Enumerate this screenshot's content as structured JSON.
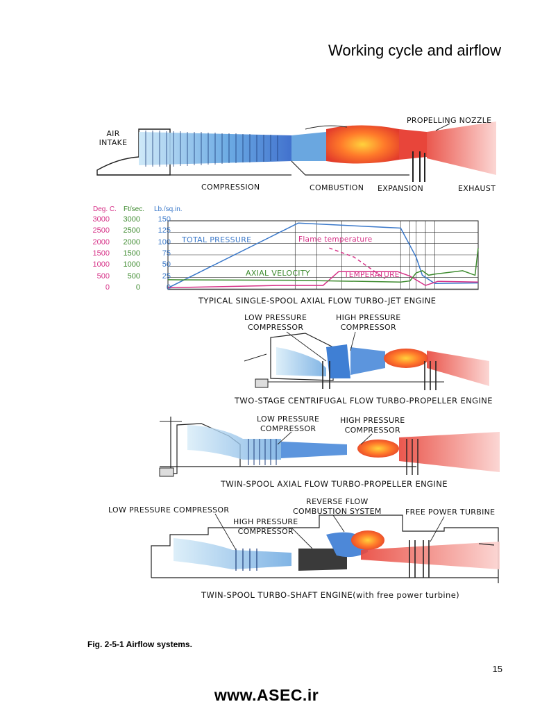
{
  "header": {
    "title": "Working cycle and airflow"
  },
  "engine1": {
    "labels": {
      "air_intake": "AIR\nINTAKE",
      "propelling_nozzle": "PROPELLING NOZZLE",
      "compression": "COMPRESSION",
      "combustion": "COMBUSTION",
      "expansion": "EXPANSION",
      "exhaust": "EXHAUST"
    }
  },
  "chart_data": {
    "type": "line",
    "title": "TYPICAL SINGLE-SPOOL AXIAL FLOW TURBO-JET ENGINE",
    "axes": [
      {
        "header": "Deg. C.",
        "color": "#d62f86",
        "ticks": [
          "3000",
          "2500",
          "2000",
          "1500",
          "1000",
          "500",
          "0"
        ]
      },
      {
        "header": "Ft/sec.",
        "color": "#3d8a2e",
        "ticks": [
          "3000",
          "2500",
          "2000",
          "1500",
          "1000",
          "500",
          "0"
        ]
      },
      {
        "header": "Lb./sq.in.",
        "color": "#3a78c9",
        "ticks": [
          "150",
          "125",
          "100",
          "75",
          "50",
          "25",
          "0"
        ]
      }
    ],
    "series": [
      {
        "name": "TOTAL PRESSURE",
        "color": "#3a78c9",
        "unit": "Lb./sq.in.",
        "points": [
          [
            0,
            2
          ],
          [
            0.42,
            145
          ],
          [
            0.75,
            134
          ],
          [
            0.8,
            70
          ],
          [
            0.82,
            30
          ],
          [
            0.86,
            12
          ],
          [
            1,
            13
          ]
        ]
      },
      {
        "name": "Flame temperature",
        "color": "#d62f86",
        "unit": "Deg. C.",
        "dashed": true,
        "points": [
          [
            0.52,
            1800
          ],
          [
            0.6,
            1400
          ],
          [
            0.7,
            450
          ]
        ]
      },
      {
        "name": "TEMPERATURE",
        "color": "#d62f86",
        "unit": "Deg. C.",
        "points": [
          [
            0,
            50
          ],
          [
            0.35,
            150
          ],
          [
            0.5,
            150
          ],
          [
            0.55,
            760
          ],
          [
            0.74,
            760
          ],
          [
            0.78,
            560
          ],
          [
            0.83,
            150
          ],
          [
            0.87,
            330
          ],
          [
            1,
            300
          ]
        ]
      },
      {
        "name": "AXIAL VELOCITY",
        "color": "#3d8a2e",
        "unit": "Ft/sec.",
        "points": [
          [
            0,
            400
          ],
          [
            0.4,
            380
          ],
          [
            0.75,
            300
          ],
          [
            0.78,
            350
          ],
          [
            0.8,
            700
          ],
          [
            0.82,
            800
          ],
          [
            0.84,
            600
          ],
          [
            0.86,
            650
          ],
          [
            0.95,
            800
          ],
          [
            0.99,
            600
          ],
          [
            1,
            1800
          ]
        ]
      }
    ],
    "grid": true
  },
  "engine2": {
    "labels": {
      "lp_compressor": "LOW PRESSURE\nCOMPRESSOR",
      "hp_compressor": "HIGH PRESSURE\nCOMPRESSOR"
    },
    "caption": "TWO-STAGE CENTRIFUGAL FLOW TURBO-PROPELLER ENGINE"
  },
  "engine3": {
    "labels": {
      "lp_compressor": "LOW PRESSURE\nCOMPRESSOR",
      "hp_compressor": "HIGH PRESSURE\nCOMPRESSOR"
    },
    "caption": "TWIN-SPOOL AXIAL FLOW TURBO-PROPELLER ENGINE"
  },
  "engine4": {
    "labels": {
      "lp_compressor": "LOW PRESSURE COMPRESSOR",
      "reverse_flow": "REVERSE FLOW\nCOMBUSTION SYSTEM",
      "free_power_turbine": "FREE POWER TURBINE",
      "hp_compressor": "HIGH PRESSURE\nCOMPRESSOR"
    },
    "caption": "TWIN-SPOOL TURBO-SHAFT ENGINE(with free power turbine)"
  },
  "figure": {
    "caption": "Fig. 2-5-1  Airflow systems."
  },
  "footer": {
    "page_number": "15",
    "site": "www.ASEC.ir"
  }
}
